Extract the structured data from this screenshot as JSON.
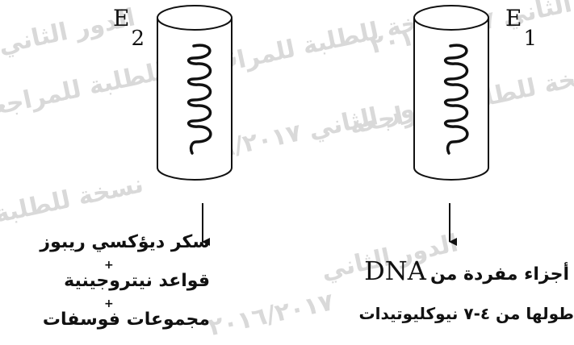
{
  "watermark": {
    "lines": [
      "الدور الثاني ٢٠١٦/٢٠١٧",
      "نسخة للطلبة للمراجعة",
      "الدور الثاني ٢٠١٦/٢٠١٧",
      "نسخة للطلبة للمراجعة",
      "الدور الثاني",
      "نسخة للطلبة للمراجعة",
      "٢٠١٦/٢٠١٧",
      "الدور الثاني",
      "نسخة للطلبة"
    ]
  },
  "enzymes": {
    "left": {
      "letter": "E",
      "sub": "2"
    },
    "right": {
      "letter": "E",
      "sub": "1"
    }
  },
  "products": {
    "left": {
      "line1": "سكر ديؤكسي ريبوز",
      "plus1": "+",
      "line2": "قواعد نيتروجينية",
      "plus2": "+",
      "line3": "مجموعات فوسفات"
    },
    "right": {
      "line1_text": "أجزاء مفردة من",
      "line1_dna": "DNA",
      "line2": "طولها من ٤-٧ نيوكليوتيدات"
    }
  }
}
